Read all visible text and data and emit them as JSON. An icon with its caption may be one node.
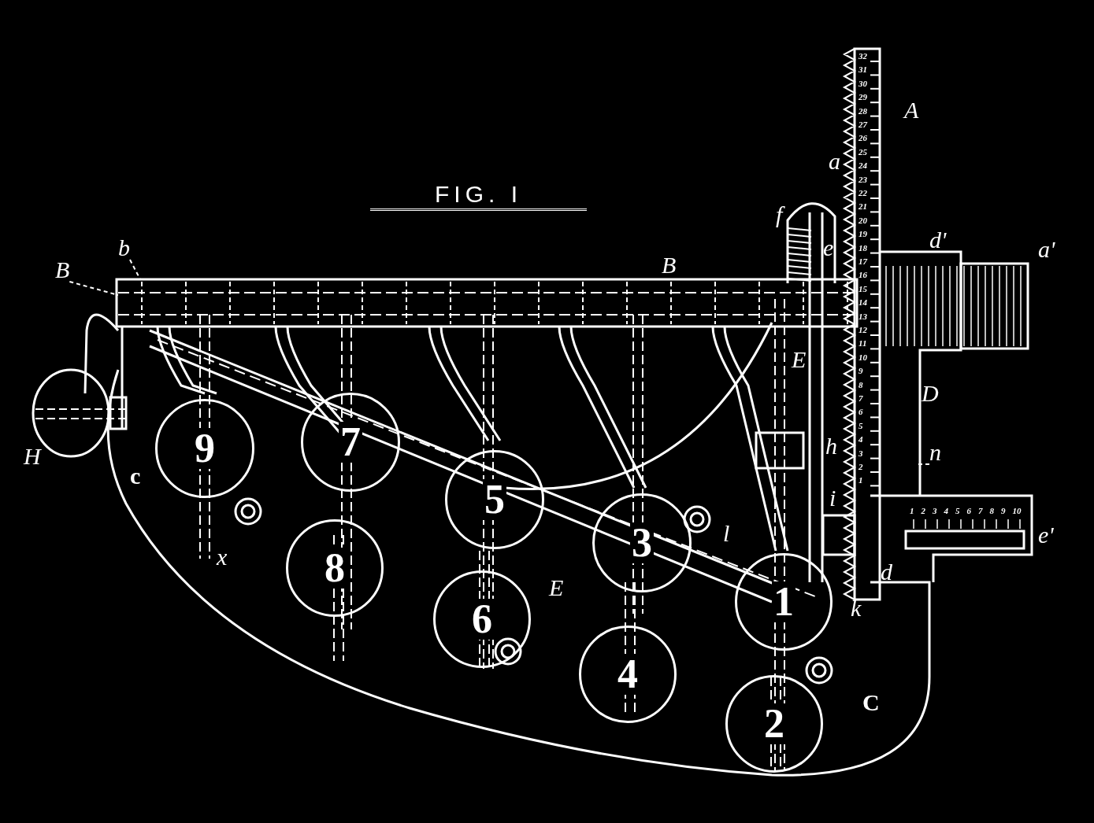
{
  "diagram": {
    "title": "FIG. I",
    "nodes": [
      {
        "text": [
          "9"
        ]
      },
      {
        "text": [
          "8"
        ]
      },
      {
        "text": [
          "7"
        ]
      },
      {
        "text": [
          "6"
        ]
      },
      {
        "text": [
          "5"
        ]
      },
      {
        "text": [
          "4"
        ]
      },
      {
        "text": [
          "3"
        ]
      },
      {
        "text": [
          "1"
        ]
      },
      {
        "text": [
          "2"
        ]
      },
      {
        "text": [
          "B"
        ]
      },
      {
        "text": [
          "b"
        ]
      },
      {
        "text": [
          "n"
        ]
      }
    ],
    "edges": [
      {
        "from": 9,
        "to": null,
        "arrow": "none",
        "style": "dashed"
      },
      {
        "from": 10,
        "to": null,
        "arrow": "none",
        "style": "dashed"
      },
      {
        "from": 11,
        "to": null,
        "arrow": "none",
        "style": "dashed"
      }
    ],
    "labels": [
      "A",
      "a",
      "f",
      "e",
      "d'",
      "B",
      "a'",
      "E",
      "D",
      "h",
      "H",
      "c",
      "l",
      "i",
      "e'",
      "E",
      "x",
      "d",
      "k",
      "C",
      "32",
      "31",
      "30",
      "29",
      "28",
      "27",
      "26",
      "25",
      "24",
      "23",
      "22",
      "21",
      "20",
      "19",
      "18",
      "17",
      "16",
      "15",
      "14",
      "13",
      "12",
      "11",
      "10",
      "9",
      "8",
      "7",
      "6",
      "5",
      "4",
      "3",
      "2",
      "1",
      "1",
      "2",
      "3",
      "4",
      "5",
      "6",
      "7",
      "8",
      "9",
      "10"
    ]
  }
}
